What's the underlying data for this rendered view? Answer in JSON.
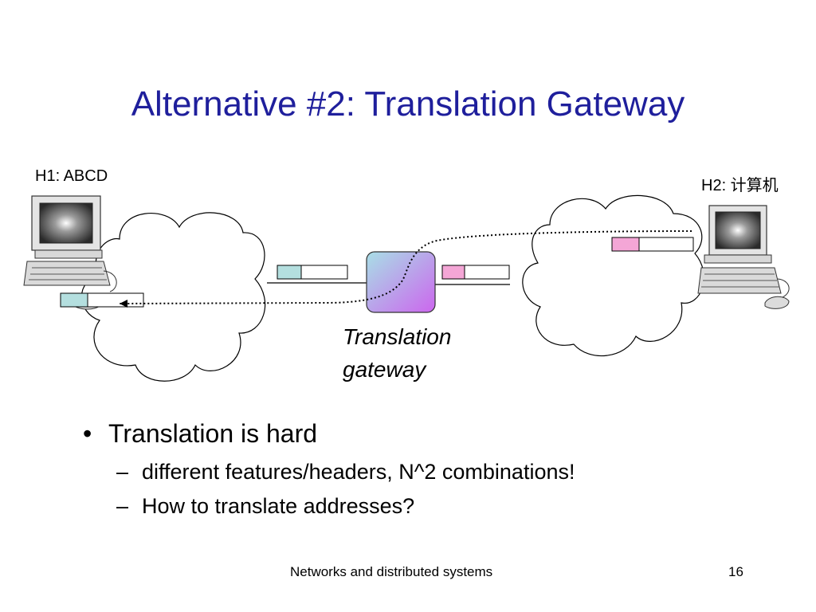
{
  "slide": {
    "title": "Alternative #2: Translation Gateway",
    "footer": "Networks and distributed systems",
    "page_number": "16"
  },
  "diagram": {
    "host1": {
      "label": "H1: ABCD"
    },
    "host2": {
      "label": "H2: 计算机"
    },
    "gateway": {
      "caption_line1": "Translation",
      "caption_line2": "gateway"
    },
    "colors": {
      "header_left": "#b4dfdf",
      "header_right": "#f4a6d6",
      "gateway_fill_start": "#a8dfe6",
      "gateway_fill_end": "#cc66ee",
      "cloud_stroke": "#000000"
    }
  },
  "bullets": {
    "main": "Translation is hard",
    "sub": [
      "different features/headers, N^2 combinations!",
      "How to translate addresses?"
    ]
  }
}
